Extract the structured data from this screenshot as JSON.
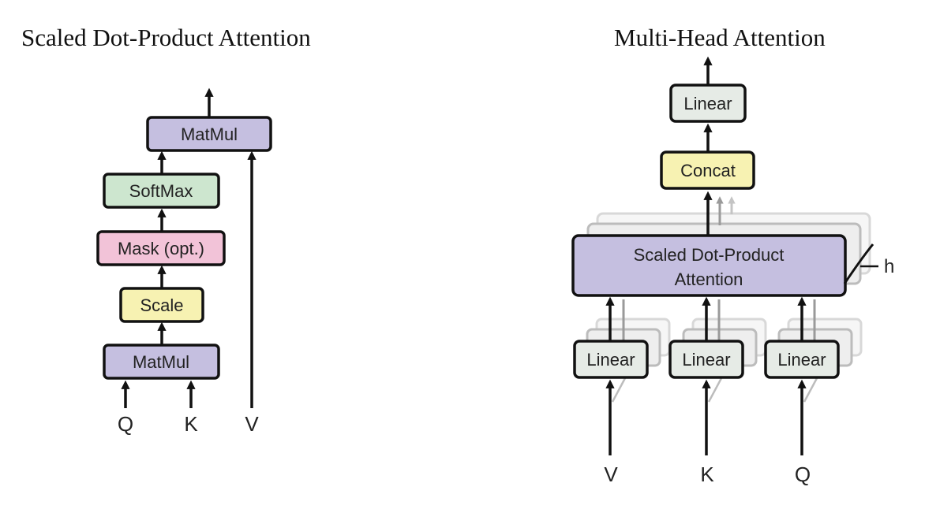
{
  "titles": {
    "left": "Scaled Dot-Product Attention",
    "right": "Multi-Head Attention"
  },
  "scaled_dot_product": {
    "blocks": {
      "matmul_top": "MatMul",
      "softmax": "SoftMax",
      "mask": "Mask (opt.)",
      "scale": "Scale",
      "matmul_bottom": "MatMul"
    },
    "inputs": {
      "q": "Q",
      "k": "K",
      "v": "V"
    }
  },
  "multi_head": {
    "blocks": {
      "linear_top": "Linear",
      "concat": "Concat",
      "attention_line1": "Scaled Dot-Product",
      "attention_line2": "Attention",
      "linear_v": "Linear",
      "linear_k": "Linear",
      "linear_q": "Linear"
    },
    "heads_label": "h",
    "inputs": {
      "v": "V",
      "k": "K",
      "q": "Q"
    }
  },
  "colors": {
    "matmul": "#c5bfe0",
    "softmax": "#cde6cf",
    "mask": "#f2c3d8",
    "scale": "#f7f2b2",
    "linear": "#e6ebe6",
    "concat": "#f7f2b2",
    "attention": "#c5bfe0",
    "outline": "#111111"
  }
}
